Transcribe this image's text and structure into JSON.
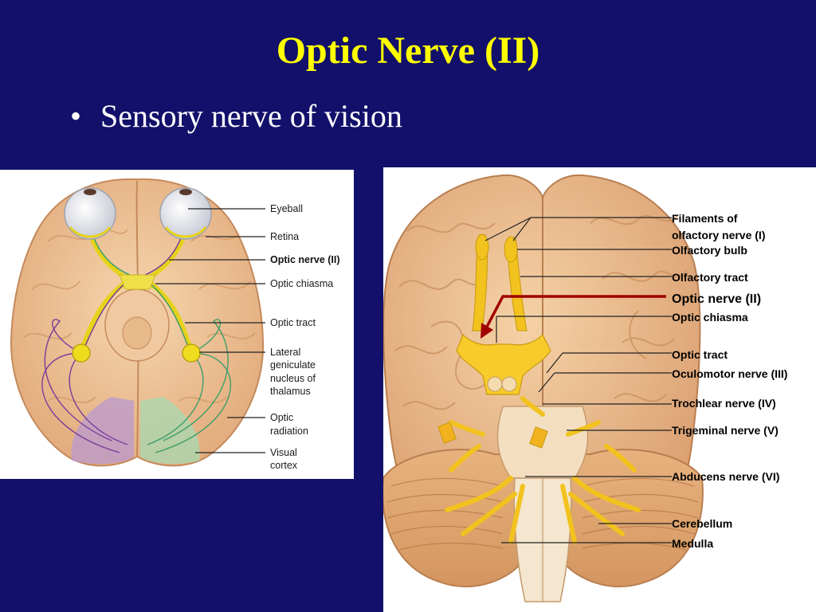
{
  "slide": {
    "title": "Optic Nerve (II)",
    "bullet": "Sensory nerve of vision",
    "bullet_symbol": "•",
    "colors": {
      "background": "#12106a",
      "title": "#ffff00",
      "bullet_text": "#ffffff",
      "pointer_arrow": "#a00000"
    }
  },
  "left_figure": {
    "labels": {
      "eyeball": "Eyeball",
      "retina": "Retina",
      "optic_nerve": "Optic nerve (II)",
      "optic_chiasma": "Optic chiasma",
      "optic_tract": "Optic tract",
      "lgn_line1": "Lateral",
      "lgn_line2": "geniculate",
      "lgn_line3": "nucleus of",
      "lgn_line4": "thalamus",
      "radiation_line1": "Optic",
      "radiation_line2": "radiation",
      "cortex_line1": "Visual",
      "cortex_line2": "cortex"
    }
  },
  "right_figure": {
    "labels": {
      "filaments_line1": "Filaments of",
      "filaments_line2": "olfactory nerve (I)",
      "olfactory_bulb": "Olfactory bulb",
      "olfactory_tract": "Olfactory tract",
      "optic_nerve": "Optic nerve (II)",
      "optic_chiasma": "Optic chiasma",
      "optic_tract": "Optic tract",
      "oculomotor": "Oculomotor nerve (III)",
      "trochlear": "Trochlear nerve (IV)",
      "trigeminal": "Trigeminal nerve (V)",
      "abducens": "Abducens nerve (VI)",
      "cerebellum": "Cerebellum",
      "medulla": "Medulla"
    }
  }
}
